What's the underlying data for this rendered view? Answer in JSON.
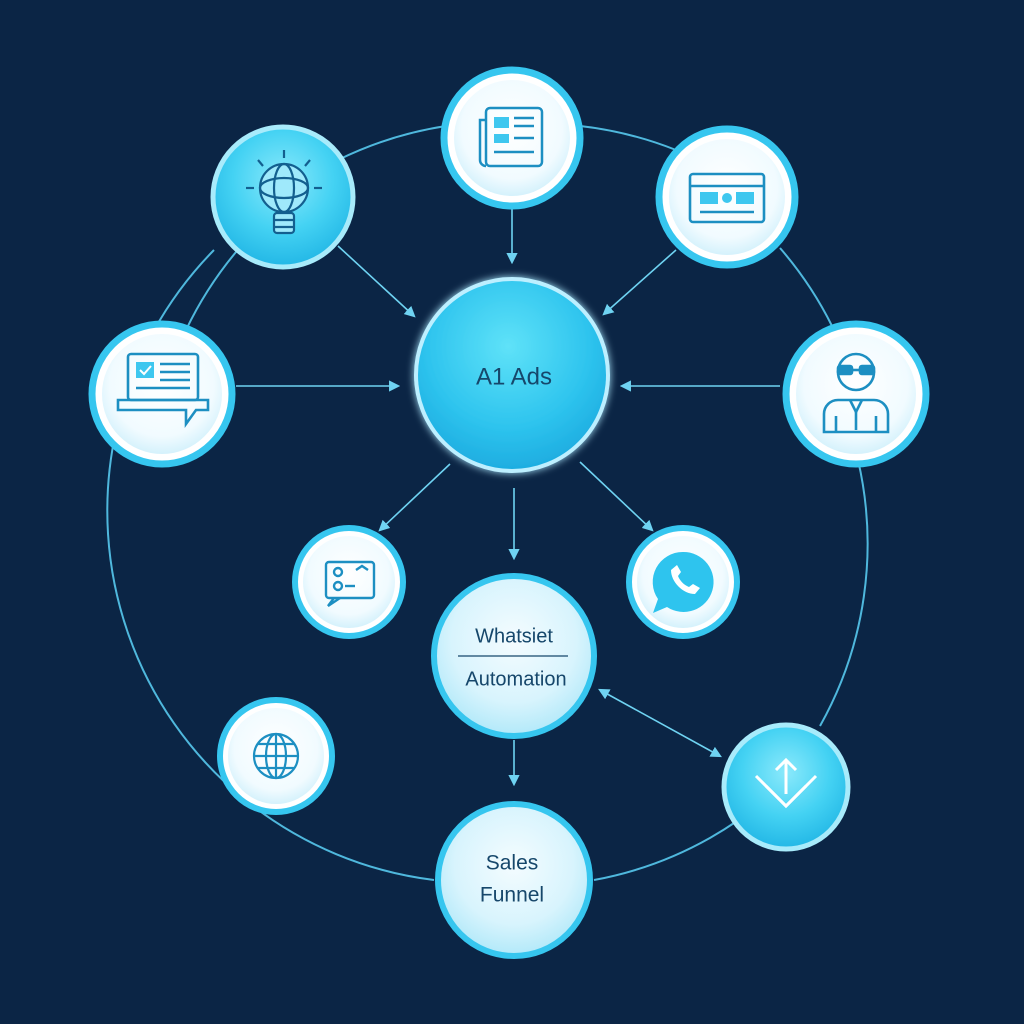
{
  "nodes": {
    "hub": {
      "label": "A1 Ads"
    },
    "whatsapp_automation": {
      "line1": "Whatsiet",
      "line2": "Automation"
    },
    "sales_funnel": {
      "line1": "Sales",
      "line2": "Funnel"
    }
  },
  "icons": {
    "newspaper": "newspaper-icon",
    "lightbulb": "lightbulb-icon",
    "monitor": "monitor-icon",
    "laptop_chat": "laptop-chat-icon",
    "person": "businessman-icon",
    "chat_board": "chat-board-icon",
    "whatsapp": "whatsapp-icon",
    "globe": "globe-icon",
    "arrow_box": "arrow-box-icon"
  },
  "colors": {
    "background": "#0b2545",
    "accent": "#2ec4ee",
    "ring": "#7fdcf5",
    "connector": "#6fd3f2",
    "label": "#16476b"
  }
}
